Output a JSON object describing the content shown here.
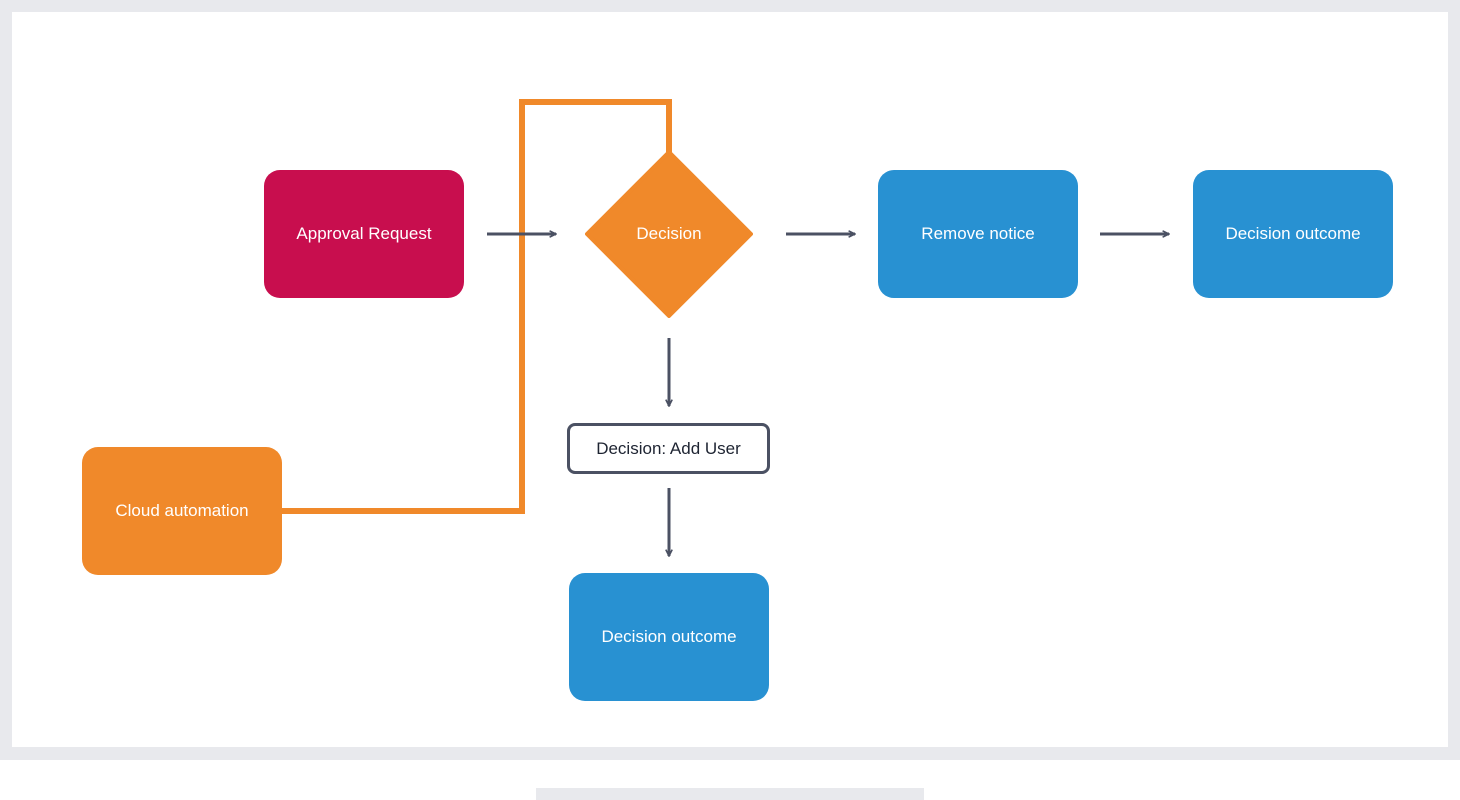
{
  "diagram": {
    "nodes": {
      "approval_request": "Approval Request",
      "decision": "Decision",
      "remove_notice": "Remove notice",
      "decision_outcome_right": "Decision outcome",
      "cloud_automation": "Cloud automation",
      "decision_add_user": "Decision: Add User",
      "decision_outcome_bottom": "Decision outcome"
    },
    "colors": {
      "approval": "#c80e4e",
      "orange": "#f0892a",
      "blue": "#2891d2",
      "arrow": "#4b5163",
      "outline_border": "#4b5163"
    },
    "edges": [
      {
        "from": "Approval Request",
        "to": "Decision"
      },
      {
        "from": "Decision",
        "to": "Remove notice"
      },
      {
        "from": "Remove notice",
        "to": "Decision outcome"
      },
      {
        "from": "Decision",
        "to": "Decision: Add User"
      },
      {
        "from": "Decision: Add User",
        "to": "Decision outcome"
      },
      {
        "from": "Cloud automation",
        "to": "Decision"
      }
    ]
  }
}
